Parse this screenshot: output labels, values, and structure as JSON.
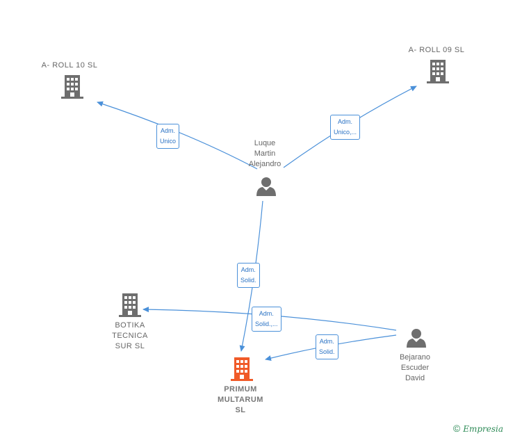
{
  "nodes": {
    "aroll10": {
      "name": "A- ROLL 10  SL"
    },
    "aroll09": {
      "name": "A- ROLL 09 SL"
    },
    "luque": {
      "name_lines": [
        "Luque",
        "Martin",
        "Alejandro"
      ]
    },
    "botika": {
      "name_lines": [
        "BOTIKA",
        "TECNICA",
        "SUR SL"
      ]
    },
    "primum": {
      "name_lines": [
        "PRIMUM",
        "MULTARUM",
        "SL"
      ]
    },
    "bejarano": {
      "name_lines": [
        "Bejarano",
        "Escuder",
        "David"
      ]
    }
  },
  "edges": {
    "luque_aroll10": [
      "Adm.",
      "Unico"
    ],
    "luque_aroll09": [
      "Adm.",
      "Unico,..."
    ],
    "luque_primum": [
      "Adm.",
      "Solid."
    ],
    "bejarano_botika": [
      "Adm.",
      "Solid.,..."
    ],
    "bejarano_primum": [
      "Adm.",
      "Solid."
    ]
  },
  "colors": {
    "edge": "#4a90d9",
    "company": "#6e6e6e",
    "focus_company": "#f05a28",
    "person": "#6e6e6e"
  },
  "icons": {
    "company": "building-icon",
    "person": "person-icon"
  },
  "credit": {
    "symbol": "©",
    "brand": "Empresia"
  }
}
